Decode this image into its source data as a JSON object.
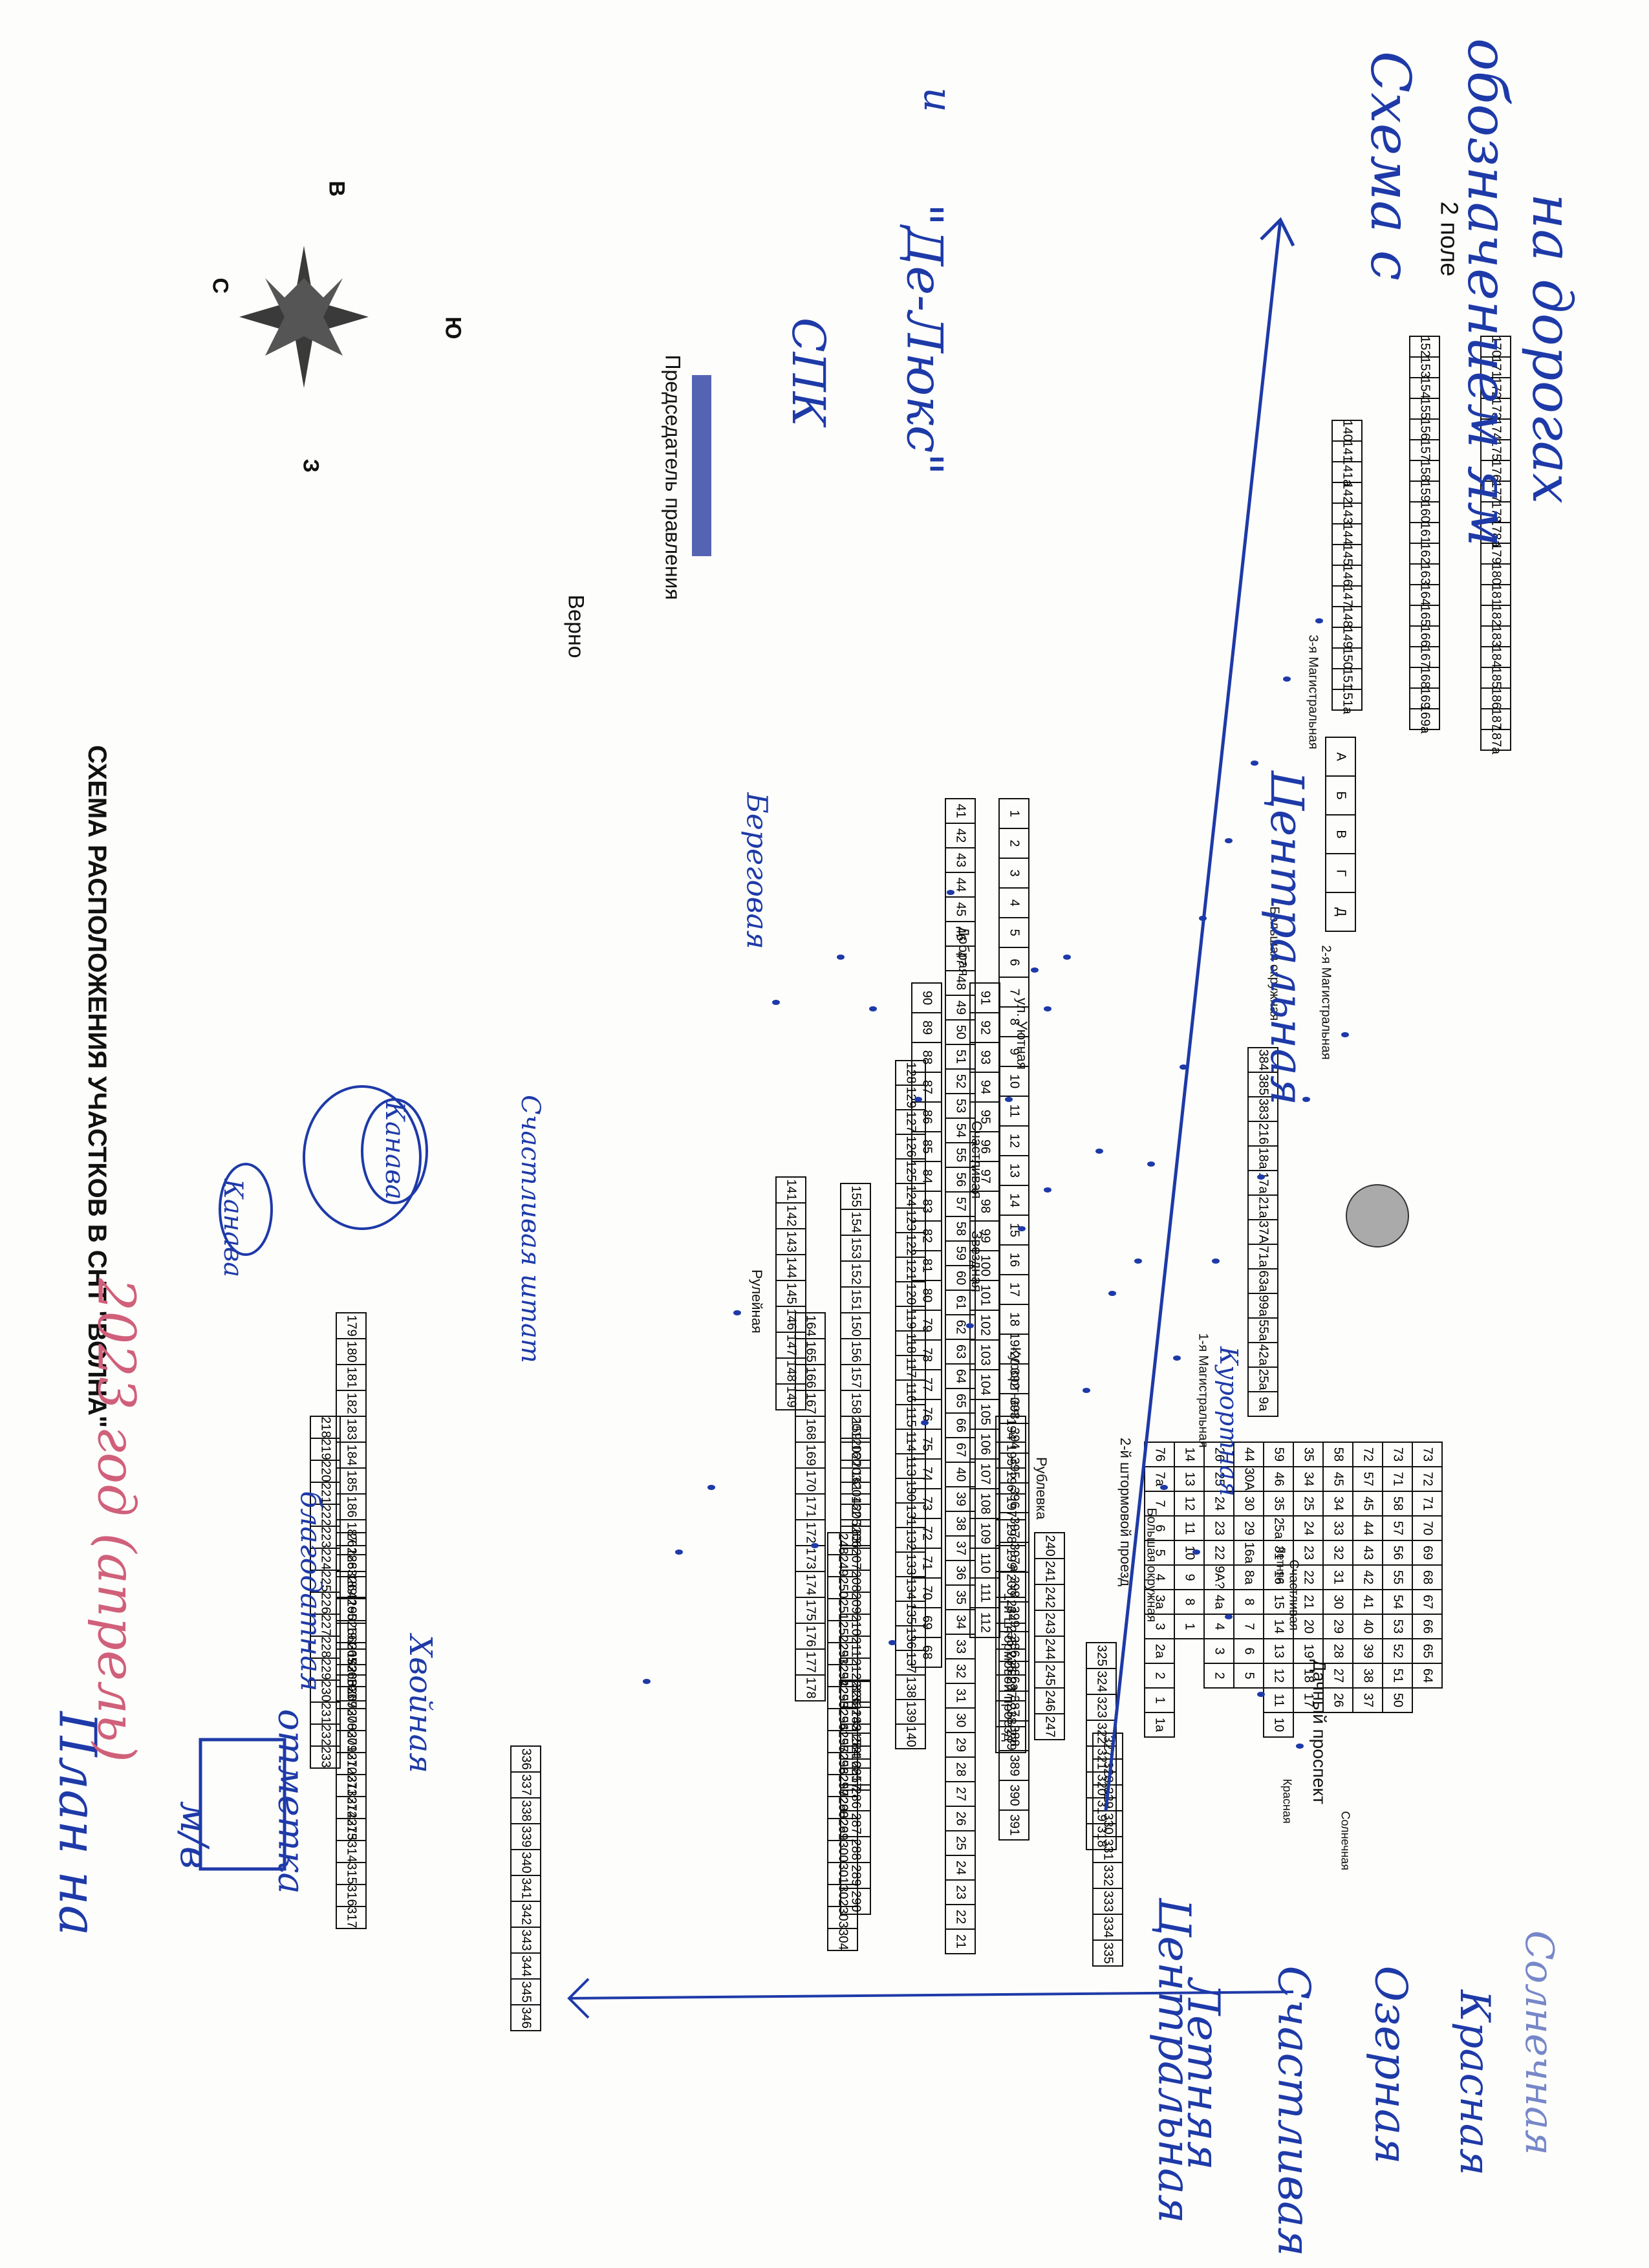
{
  "map": {
    "title": "СХЕМА РАСПОЛОЖЕНИЯ УЧАСТКОВ В СНТ \"ВОЛНА\"",
    "field_label": "2 поле",
    "verified_label": "Верно",
    "chairman_label": "Председатель правления",
    "compass": {
      "north": "С",
      "south": "Ю",
      "east": "В",
      "west": "З"
    }
  },
  "streets": {
    "dachny": "Дачный проспект",
    "proezd1": "1-й штормовой проезд",
    "proezd2": "2-й штормовой проезд",
    "bolshaya_okr": "Большая окружная",
    "bolshaya_okr2": "Большая окружная",
    "rublevka": "Рублевка",
    "kurortnaya": "Курортная",
    "zvezdnaya": "Звездная",
    "ruleynaya": "Рулейная",
    "schastlivaya": "Счастливая",
    "schastlivaya2": "Счастливая",
    "uyutnaya": "ул. Уютная",
    "dobraya": "Добрая",
    "magistral1": "1-я Магистральная",
    "magistral2": "2-я Магистральная",
    "magistral3": "3-я Магистральная",
    "letnyaya": "Летняя",
    "krasnaya": "Красная",
    "solnechnaya": "Солнечная"
  },
  "annotations": {
    "plan": "План на",
    "year": "2023 год (апрель)",
    "scheme1": "Схема с",
    "scheme2": "обозначением ям",
    "scheme3": "на дорогах",
    "spk1": "СПК",
    "spk2": "и",
    "spk3": "\"Де-Люкс\"",
    "central_diag": "Центральная",
    "schastlivaya_h": "Счастливая",
    "tsentralnaya_h": "Центральная",
    "letnyaya_h": "Летняя",
    "ozernaya_h": "Озерная",
    "krasnaya_h": "Красная",
    "solnechnaya_h": "Солнечная",
    "khvoynaya": "Хвойная",
    "blagodatnaya": "благодатная",
    "beregovaya": "Береговая",
    "otmetka": "отметка",
    "kanava1": "Канава",
    "kanava2": "Канава",
    "schastlivaya_str": "Счастливая штат",
    "mb": "м/в",
    "kurortnaya_h": "Курортная"
  },
  "legend_colors": {
    "handwriting": "#1e3aa8",
    "year": "#d0607a",
    "print": "#111111"
  },
  "plots": {
    "strip_a": [
      "1a",
      "1",
      "2",
      "2a",
      "3",
      "3a",
      "4",
      "5",
      "6",
      "7",
      "7a",
      "76"
    ],
    "strip_b": [
      "1",
      "8",
      "9",
      "10",
      "11",
      "12",
      "13",
      "14"
    ],
    "strip_c": [
      "2",
      "3",
      "4",
      "4a",
      "9А?",
      "22",
      "23",
      "24",
      "25",
      "26"
    ],
    "strip_d": [
      "5",
      "6",
      "7",
      "8",
      "8a",
      "16a",
      "29",
      "30",
      "30A",
      "44"
    ],
    "strip_e": [
      "10",
      "11",
      "12",
      "13",
      "14",
      "15",
      "16",
      "31",
      "25a",
      "35",
      "46",
      "59"
    ],
    "strip_f": [
      "17",
      "18",
      "19",
      "20",
      "21",
      "22",
      "23",
      "24",
      "25",
      "34",
      "35"
    ],
    "strip_g": [
      "26",
      "27",
      "28",
      "29",
      "30",
      "31",
      "32",
      "33",
      "34",
      "45",
      "58"
    ],
    "strip_h": [
      "37",
      "38",
      "39",
      "40",
      "41",
      "42",
      "43",
      "44",
      "45",
      "57",
      "72"
    ],
    "strip_i": [
      "50",
      "51",
      "52",
      "53",
      "54",
      "55",
      "56",
      "57",
      "58",
      "71",
      "73"
    ],
    "strip_j": [
      "64",
      "65",
      "66",
      "67",
      "68",
      "69",
      "70",
      "71",
      "72",
      "73"
    ],
    "col_327": [
      "327",
      "328",
      "329",
      "330",
      "331",
      "332",
      "333",
      "334",
      "335"
    ],
    "col_336": [
      "336",
      "337",
      "338",
      "339",
      "340",
      "341",
      "342",
      "343",
      "344",
      "345",
      "346"
    ],
    "col_326": [
      "326",
      "283",
      "284",
      "285",
      "286",
      "287",
      "288",
      "289",
      "290"
    ],
    "col_325": [
      "325",
      "324",
      "323",
      "322",
      "321",
      "320",
      "319",
      "318"
    ],
    "col_291": [
      "291",
      "292",
      "293",
      "294",
      "295",
      "296",
      "297",
      "298",
      "299",
      "300",
      "301",
      "302",
      "303",
      "304",
      "305",
      "306",
      "307",
      "308",
      "309",
      "310",
      "311",
      "312",
      "313",
      "314",
      "315",
      "316",
      "317"
    ],
    "col_240": [
      "240",
      "241",
      "242",
      "243",
      "244",
      "245",
      "246",
      "247"
    ],
    "col_248": [
      "248",
      "249",
      "250",
      "251",
      "252",
      "253",
      "254",
      "255",
      "256",
      "257",
      "258",
      "259",
      "260",
      "261",
      "262",
      "263",
      "264",
      "265",
      "266",
      "267",
      "268",
      "269",
      "270",
      "271",
      "272",
      "273",
      "274",
      "275"
    ],
    "col_201": [
      "201",
      "202",
      "203",
      "204",
      "205",
      "206",
      "207",
      "208",
      "209",
      "210",
      "211",
      "212",
      "213",
      "214",
      "215",
      "216",
      "217",
      "218",
      "219",
      "220",
      "221",
      "222",
      "223",
      "224",
      "225",
      "226",
      "227",
      "228",
      "229",
      "230",
      "231",
      "232",
      "233"
    ],
    "col_194": [
      "194",
      "195",
      "196",
      "197",
      "198",
      "199",
      "200",
      "234",
      "235",
      "236",
      "237",
      "238",
      "239"
    ],
    "col_164": [
      "164",
      "165",
      "166",
      "167",
      "168",
      "169",
      "170",
      "171",
      "172",
      "173",
      "174",
      "175",
      "176",
      "177",
      "178",
      "179",
      "180",
      "181",
      "182",
      "183",
      "184",
      "185",
      "186",
      "187",
      "188",
      "189",
      "190",
      "191",
      "192",
      "193"
    ],
    "col_155": [
      "155",
      "154",
      "153",
      "152",
      "151",
      "150",
      "156",
      "157",
      "158",
      "159",
      "160",
      "161",
      "162",
      "163"
    ],
    "col_141": [
      "141",
      "142",
      "143",
      "144",
      "145",
      "146",
      "147",
      "148",
      "149"
    ],
    "col_128": [
      "128",
      "129",
      "127",
      "126",
      "125",
      "124",
      "123",
      "122",
      "121",
      "120",
      "119",
      "118",
      "117",
      "116",
      "115",
      "114",
      "113",
      "130",
      "131",
      "132",
      "133",
      "134",
      "135",
      "136",
      "137",
      "138",
      "139",
      "140"
    ],
    "col_91": [
      "91",
      "92",
      "93",
      "94",
      "95",
      "96",
      "97",
      "98",
      "99",
      "100",
      "101",
      "102",
      "103",
      "104",
      "105",
      "106",
      "107",
      "108",
      "109",
      "110",
      "111",
      "112",
      "90",
      "89",
      "88",
      "87",
      "86",
      "85",
      "84",
      "83",
      "82",
      "81",
      "80",
      "79",
      "78",
      "77",
      "76",
      "75",
      "74",
      "73",
      "72",
      "71",
      "70",
      "69",
      "68"
    ],
    "col_41": [
      "41",
      "42",
      "43",
      "44",
      "45",
      "46",
      "47",
      "48",
      "49",
      "50",
      "51",
      "52",
      "53",
      "54",
      "55",
      "56",
      "57",
      "58",
      "59",
      "60",
      "61",
      "62",
      "63",
      "64",
      "65",
      "66",
      "67",
      "40",
      "39",
      "38",
      "37",
      "36",
      "35",
      "34",
      "33",
      "32",
      "31",
      "30",
      "29",
      "28",
      "27",
      "26",
      "25",
      "24",
      "23",
      "22",
      "21"
    ],
    "col_1": [
      "1",
      "2",
      "3",
      "4",
      "5",
      "6",
      "7",
      "8",
      "9",
      "10",
      "11",
      "12",
      "13",
      "14",
      "15",
      "16",
      "17",
      "18",
      "19-20",
      "392",
      "393",
      "394",
      "395",
      "396",
      "397",
      "397a",
      "398",
      "399",
      "386",
      "386a",
      "387",
      "388",
      "389",
      "390",
      "391"
    ],
    "special": [
      "384",
      "385",
      "383",
      "216",
      "18a",
      "17a",
      "21a",
      "37A",
      "71a",
      "63a",
      "99a",
      "55a",
      "42a",
      "25a",
      "9a"
    ],
    "right_block1": [
      "140",
      "141",
      "141a",
      "142",
      "143",
      "144",
      "145",
      "146",
      "147",
      "148",
      "149",
      "150",
      "151",
      "151a"
    ],
    "right_block2": [
      "152",
      "153",
      "154",
      "155",
      "156",
      "157",
      "158",
      "159",
      "160",
      "161",
      "162",
      "163",
      "164",
      "165",
      "166",
      "167",
      "168",
      "169",
      "169a"
    ],
    "right_block3": [
      "170",
      "171",
      "172",
      "173",
      "174",
      "175",
      "176",
      "177",
      "178",
      "178a",
      "179",
      "180",
      "181",
      "182",
      "183",
      "184",
      "185",
      "186",
      "187",
      "187a"
    ],
    "letters": [
      "А",
      "Б",
      "В",
      "Г",
      "Д"
    ]
  }
}
